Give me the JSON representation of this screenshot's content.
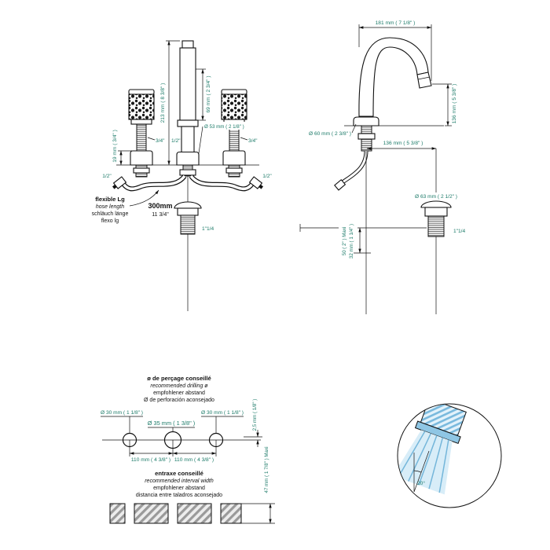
{
  "colors": {
    "dimension_text": "#1b7a68",
    "drawing_line": "#111111",
    "spray_light_blue": "#d8edf8",
    "spray_mid_blue": "#74b6da",
    "aerator_blue": "#8fc6e4"
  },
  "front": {
    "h213": "213 mm ( 8 3/8\" )",
    "h69": "69 mm ( 2 3/4\" )",
    "d53": "Ø 53 mm ( 2 1/8\" )",
    "h19": "19 mm ( 3/4\" )",
    "conn_left": "3/4\"",
    "conn_center": "1/2\"",
    "conn_right": "3/4\"",
    "hose_left": "1/2\"",
    "hose_right": "1/2\"",
    "flex1": "flexible Lg",
    "flex2": "hose length",
    "flex3": "schläuch länge",
    "flex4": "flexo lg",
    "hose_mm": "300mm",
    "hose_in": "11 3/4\"",
    "drain": "1\"1/4"
  },
  "side": {
    "w181": "181 mm ( 7 1/8\" )",
    "h136": "136 mm ( 5 3/8\" )",
    "w136": "136 mm ( 5 3/8\" )",
    "d60": "Ø 60 mm ( 2 3/8\" )",
    "d63": "Ø 63 mm ( 2 1/2\" )",
    "drain": "1\"1/4",
    "h32": "32 mm ( 1 1/4\" )",
    "h50": "50 ( 2\" ) Maxi"
  },
  "drill": {
    "t1": "ø de perçage conseillé",
    "t2": "recommended drilling ø",
    "t3": "empfohlener abstand",
    "t4": "Ø de perforación aconsejado",
    "d30l": "Ø 30 mm ( 1 1/8\" )",
    "d35": "Ø 35 mm ( 1 3/8\" )",
    "d30r": "Ø 30 mm ( 1 1/8\" )",
    "s110l": "110 mm ( 4 3/8\" )",
    "s110r": "110 mm ( 4 3/8\" )",
    "off25": "2,5 mm ( 1/8\" )",
    "max47": "47 mm ( 1 7/8\" ) Maxi",
    "e1": "entraxe conseillé",
    "e2": "recommended interval width",
    "e3": "empfohlener abstand",
    "e4": "distancia entre taladros aconsejado"
  },
  "detail": {
    "angle": "20°"
  }
}
